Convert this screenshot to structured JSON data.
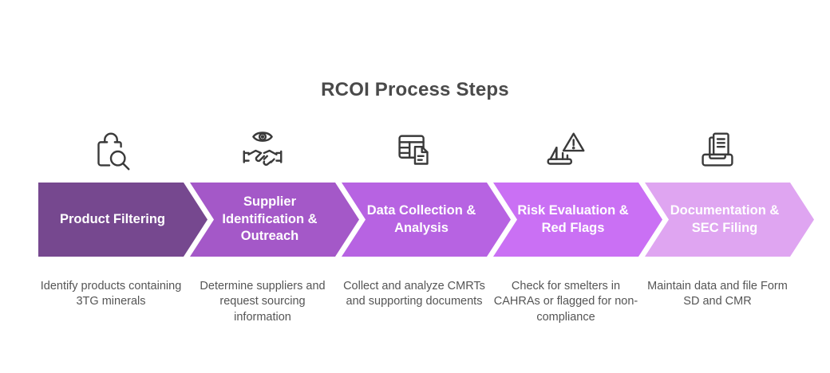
{
  "title": "RCOI Process Steps",
  "steps": [
    {
      "label": "Product Filtering",
      "description": "Identify products containing 3TG minerals",
      "color": "#76488f",
      "icon": "shopping-bag-search-icon"
    },
    {
      "label": "Supplier Identification & Outreach",
      "description": "Determine suppliers and request sourcing information",
      "color": "#a458c8",
      "icon": "eye-handshake-icon"
    },
    {
      "label": "Data Collection & Analysis",
      "description": "Collect and analyze CMRTs and supporting documents",
      "color": "#b763e2",
      "icon": "table-document-icon"
    },
    {
      "label": "Risk Evaluation & Red Flags",
      "description": "Check for smelters in CAHRAs or flagged for non-compliance",
      "color": "#ca70f4",
      "icon": "ship-warning-icon"
    },
    {
      "label": "Documentation & SEC Filing",
      "description": "Maintain data and file Form SD and CMR",
      "color": "#dfa5f1",
      "icon": "document-tray-icon"
    }
  ],
  "colors": {
    "background": "#ffffff",
    "title_text": "#4a4a4a",
    "step_label_text": "#ffffff",
    "description_text": "#555555",
    "icon_stroke": "#3a3a3a"
  }
}
